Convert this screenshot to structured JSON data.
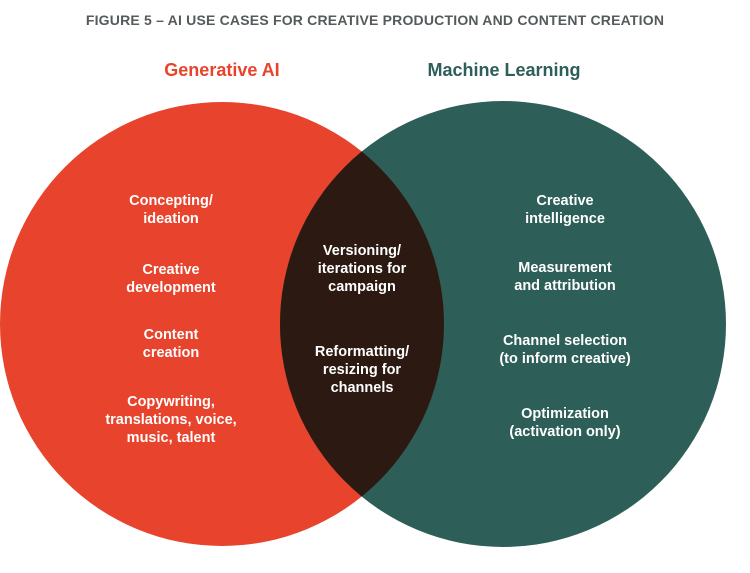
{
  "figure_title": "FIGURE 5 – AI USE CASES FOR CREATIVE PRODUCTION AND CONTENT CREATION",
  "colors": {
    "generative_ai": "#e8432c",
    "machine_learning": "#2d5e58",
    "overlap": "#2c1a12",
    "title": "#555a5c"
  },
  "sets": {
    "left": {
      "label": "Generative AI",
      "items": [
        "Concepting/\nideation",
        "Creative\ndevelopment",
        "Content\ncreation",
        "Copywriting,\ntranslations, voice,\nmusic, talent"
      ]
    },
    "right": {
      "label": "Machine Learning",
      "items": [
        "Creative\nintelligence",
        "Measurement\nand attribution",
        "Channel selection\n(to inform creative)",
        "Optimization\n(activation only)"
      ]
    },
    "overlap": {
      "items": [
        "Versioning/\niterations for\ncampaign",
        "Reformatting/\nresizing for\nchannels"
      ]
    }
  }
}
